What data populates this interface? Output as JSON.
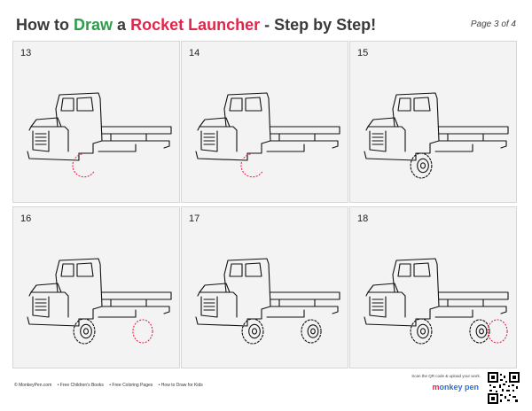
{
  "header": {
    "title_prefix": "How to",
    "title_draw": "Draw",
    "title_a": "a",
    "title_subject": "Rocket Launcher",
    "title_suffix": "- Step by Step!",
    "page_label": "Page 3 of 4"
  },
  "steps": [
    {
      "number": "13",
      "show_front_wheel": false,
      "front_wheel_partial": true,
      "show_rear_wheel_1": false,
      "show_rear_wheel_2": false
    },
    {
      "number": "14",
      "show_front_wheel": false,
      "front_wheel_partial": true,
      "show_rear_wheel_1": false,
      "show_rear_wheel_2": false
    },
    {
      "number": "15",
      "show_front_wheel": true,
      "front_wheel_partial": false,
      "show_rear_wheel_1": false,
      "show_rear_wheel_2": false
    },
    {
      "number": "16",
      "show_front_wheel": true,
      "front_wheel_partial": false,
      "show_rear_wheel_1": true,
      "show_rear_wheel_2": false
    },
    {
      "number": "17",
      "show_front_wheel": true,
      "front_wheel_partial": false,
      "show_rear_wheel_1": true,
      "show_rear_wheel_2": false
    },
    {
      "number": "18",
      "show_front_wheel": true,
      "front_wheel_partial": false,
      "show_rear_wheel_1": true,
      "show_rear_wheel_2": true
    }
  ],
  "footer": {
    "links": [
      "© MonkeyPen.com",
      "• Free Children's Books",
      "• Free Coloring Pages",
      "• How to Draw for Kids"
    ],
    "scan_text": "Scan the QR code & upload your work.",
    "brand_m": "m",
    "brand_rest": "onkey pen"
  },
  "colors": {
    "title_green": "#2e9c4a",
    "title_red": "#e0264a",
    "new_step_stroke": "#e0264a"
  }
}
